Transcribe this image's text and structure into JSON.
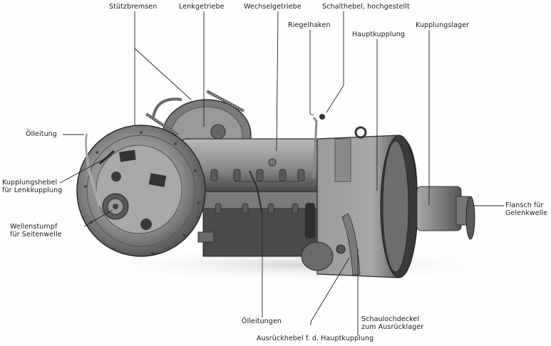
{
  "figure": {
    "title": "Transmission assembly (Lenk- und Wechselgetriebe) with labeled components",
    "colors": {
      "background": "#fefefe",
      "metal_dark": "#3a3a3a",
      "metal_mid": "#8a8a8a",
      "metal_light": "#c8c8c8",
      "leader": "#222222",
      "text": "#1a1a1a"
    }
  },
  "labels": {
    "stuetzbremsen": "Stützbremsen",
    "lenkgetriebe": "Lenkgetriebe",
    "wechselgetriebe": "Wechselgetriebe",
    "schalthebel": "Schalthebel, hochgestellt",
    "riegelhaken": "Riegelhaken",
    "hauptkupplung": "Hauptkupplung",
    "kupplungslager": "Kupplungslager",
    "oelleitung": "Ölleitung",
    "kupplungshebel_1": "Kupplungshebel",
    "kupplungshebel_2": "für Lenkkupplung",
    "wellenstumpf_1": "Wellenstumpf",
    "wellenstumpf_2": "für Seitenwelle",
    "flansch_1": "Flansch für",
    "flansch_2": "Gelenkwelle",
    "oelleitungen": "Ölleitungen",
    "schauloch_1": "Schaulochdeckel",
    "schauloch_2": "zum Ausrücklager",
    "ausrueckhebel": "Ausrückhebel f. d. Hauptkupplung"
  }
}
